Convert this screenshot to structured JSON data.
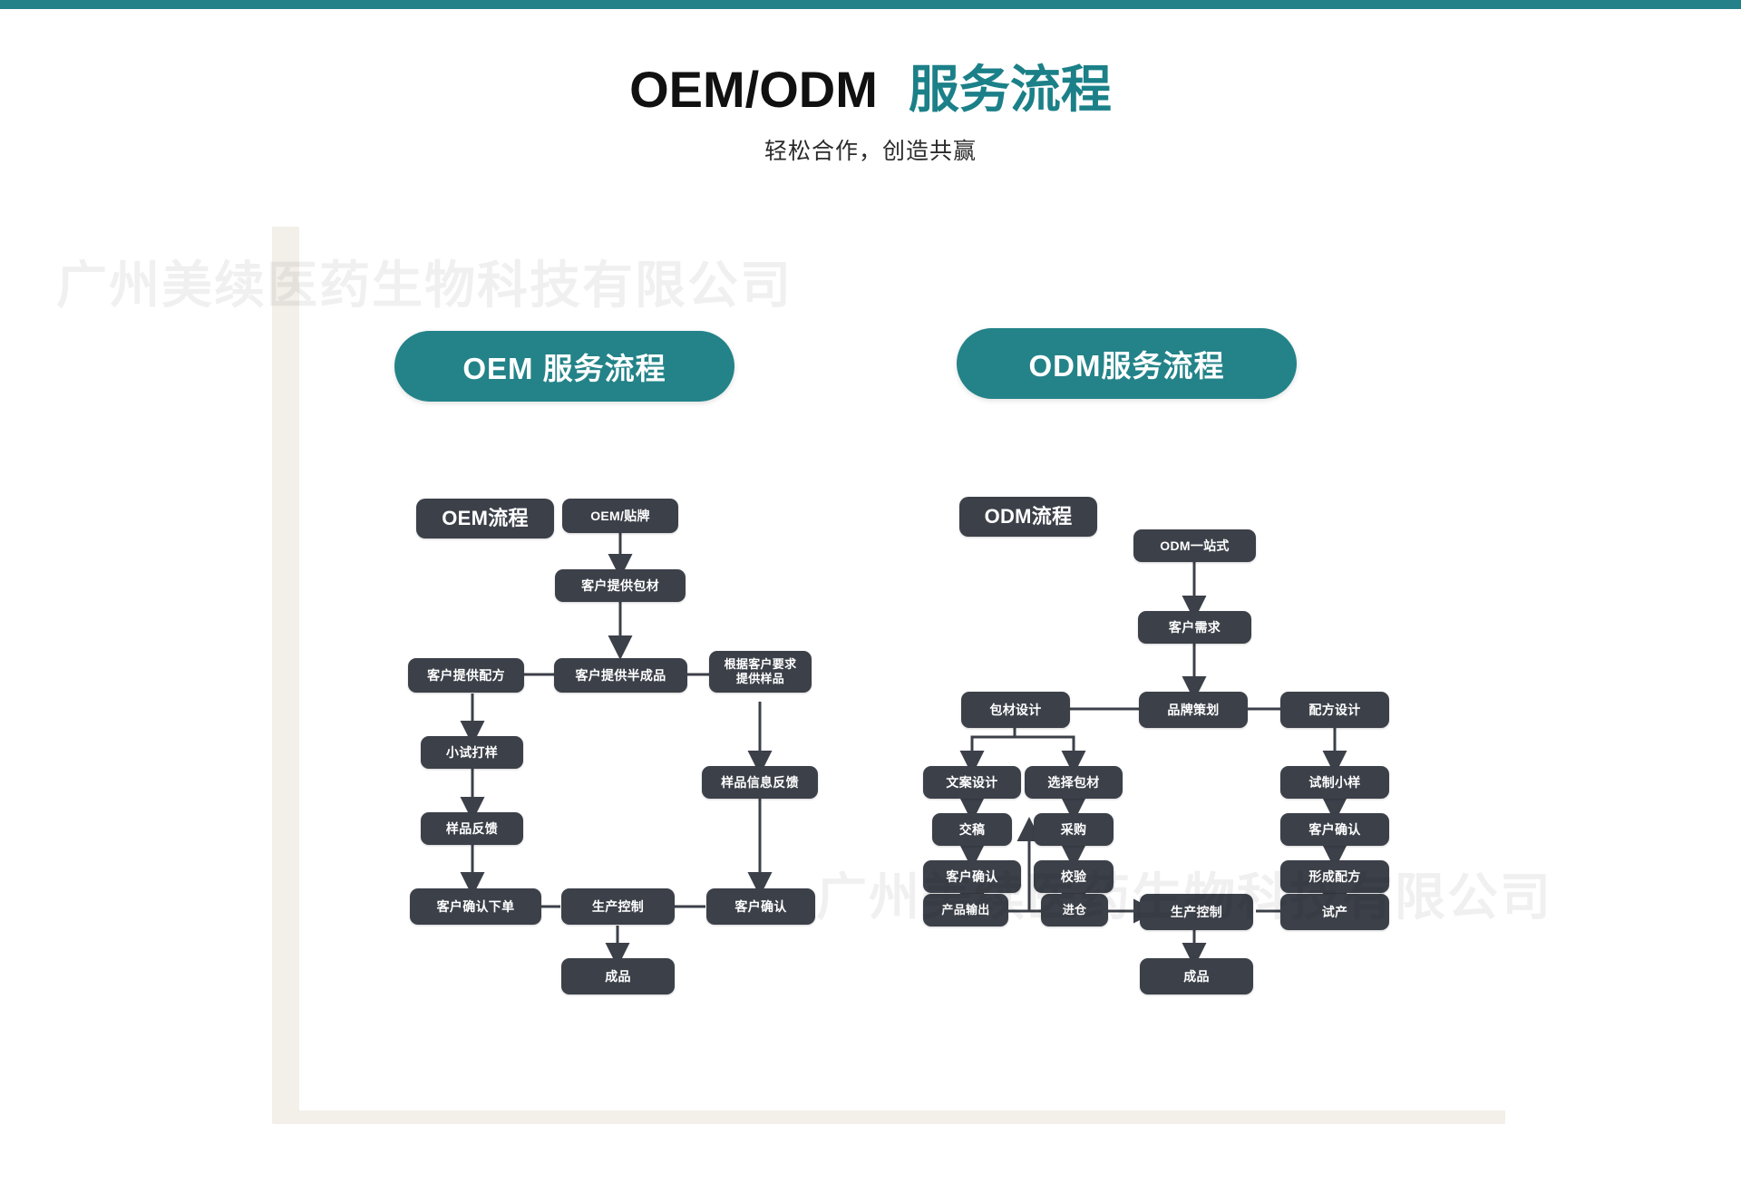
{
  "page": {
    "accent_color": "#238389",
    "node_color": "#3c4049",
    "bg_color": "#ffffff",
    "card_color": "#f3efe9"
  },
  "header": {
    "title_en": "OEM/ODM",
    "title_cn": "服务流程",
    "subtitle": "轻松合作，创造共赢"
  },
  "watermark": {
    "text": "广州美续医药生物科技有限公司"
  },
  "sections": [
    {
      "id": "oem",
      "pill_label": "OEM 服务流程"
    },
    {
      "id": "odm",
      "pill_label": "ODM服务流程"
    }
  ],
  "oem_flow": {
    "header_label": "OEM流程",
    "nodes": [
      {
        "id": "oem-brand",
        "label": "OEM/贴牌"
      },
      {
        "id": "oem-pack",
        "label": "客户提供包材"
      },
      {
        "id": "oem-formula",
        "label": "客户提供配方"
      },
      {
        "id": "oem-semi",
        "label": "客户提供半成品"
      },
      {
        "id": "oem-sample-req",
        "label": "根据客户要求\n提供样品"
      },
      {
        "id": "oem-trial",
        "label": "小试打样"
      },
      {
        "id": "oem-sample-fb",
        "label": "样品反馈"
      },
      {
        "id": "oem-sample-info",
        "label": "样品信息反馈"
      },
      {
        "id": "oem-order",
        "label": "客户确认下单"
      },
      {
        "id": "oem-prod-ctrl",
        "label": "生产控制"
      },
      {
        "id": "oem-confirm",
        "label": "客户确认"
      },
      {
        "id": "oem-finished",
        "label": "成品"
      }
    ]
  },
  "odm_flow": {
    "header_label": "ODM流程",
    "nodes": [
      {
        "id": "odm-onestop",
        "label": "ODM一站式"
      },
      {
        "id": "odm-demand",
        "label": "客户需求"
      },
      {
        "id": "odm-pack-design",
        "label": "包材设计"
      },
      {
        "id": "odm-brand-plan",
        "label": "品牌策划"
      },
      {
        "id": "odm-formula-des",
        "label": "配方设计"
      },
      {
        "id": "odm-copy-design",
        "label": "文案设计"
      },
      {
        "id": "odm-choose-pack",
        "label": "选择包材"
      },
      {
        "id": "odm-trial-small",
        "label": "试制小样"
      },
      {
        "id": "odm-submit",
        "label": "交稿"
      },
      {
        "id": "odm-purchase",
        "label": "采购"
      },
      {
        "id": "odm-confirm-1",
        "label": "客户确认"
      },
      {
        "id": "odm-confirm-2",
        "label": "客户确认"
      },
      {
        "id": "odm-verify",
        "label": "校验"
      },
      {
        "id": "odm-form-recipe",
        "label": "形成配方"
      },
      {
        "id": "odm-output",
        "label": "产品输出"
      },
      {
        "id": "odm-warehouse",
        "label": "进仓"
      },
      {
        "id": "odm-prod-ctrl",
        "label": "生产控制"
      },
      {
        "id": "odm-trial-prod",
        "label": "试产"
      },
      {
        "id": "odm-finished",
        "label": "成品"
      }
    ]
  }
}
